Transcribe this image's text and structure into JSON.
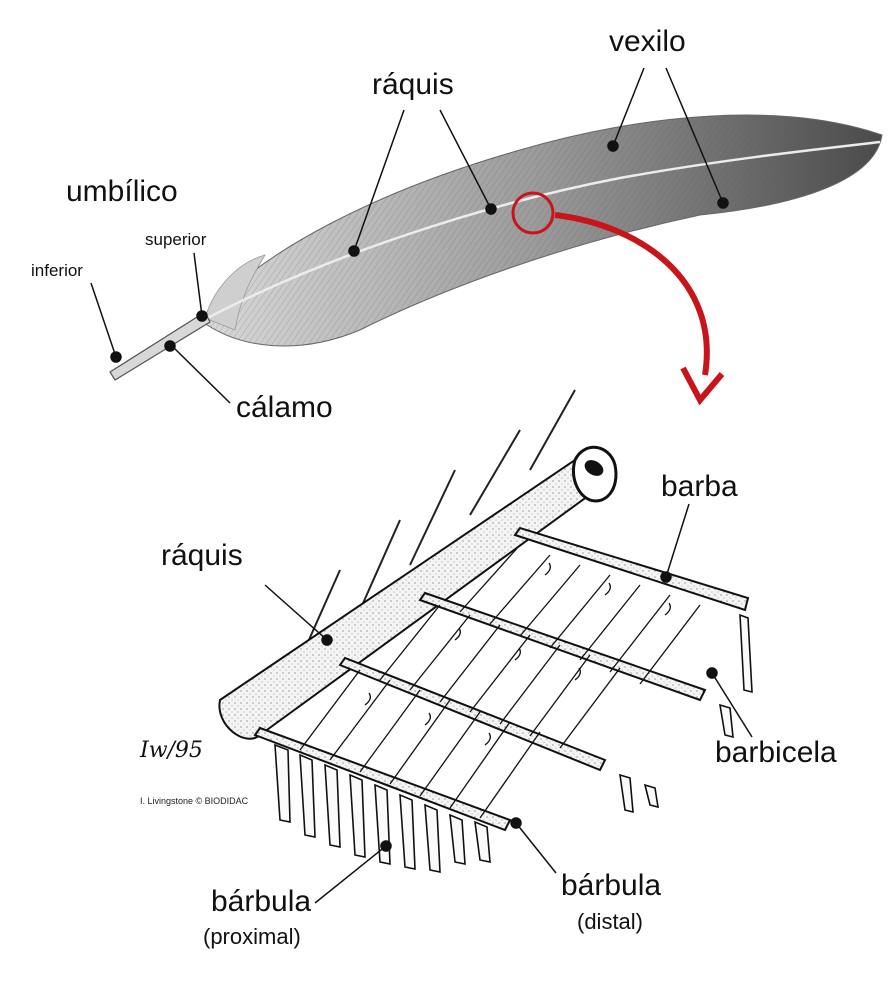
{
  "labels": {
    "vexilo": "vexilo",
    "raquis_top": "ráquis",
    "umbilico": "umbílico",
    "superior": "superior",
    "inferior": "inferior",
    "calamo": "cálamo",
    "barba": "barba",
    "raquis_bottom": "ráquis",
    "barbicela": "barbicela",
    "barbula_proximal": "bárbula",
    "proximal": "(proximal)",
    "barbula_distal": "bárbula",
    "distal": "(distal)"
  },
  "credit": "I. Livingstone © BIODIDAC",
  "signature": "Iw/95",
  "colors": {
    "accent": "#c8151b",
    "ink": "#111111",
    "feather": "#7a7a7a"
  }
}
